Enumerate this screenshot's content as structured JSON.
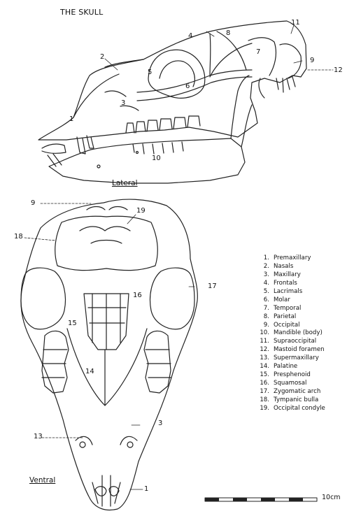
{
  "title": "THE SKULL",
  "views": {
    "lateral": "Lateral",
    "ventral": "Ventral"
  },
  "legend": [
    {
      "n": "1.",
      "label": "Premaxillary"
    },
    {
      "n": "2.",
      "label": "Nasals"
    },
    {
      "n": "3.",
      "label": "Maxillary"
    },
    {
      "n": "4.",
      "label": "Frontals"
    },
    {
      "n": "5.",
      "label": "Lacrimals"
    },
    {
      "n": "6.",
      "label": "Molar"
    },
    {
      "n": "7.",
      "label": "Temporal"
    },
    {
      "n": "8.",
      "label": "Parietal"
    },
    {
      "n": "9.",
      "label": "Occipital"
    },
    {
      "n": "10.",
      "label": "Mandible (body)"
    },
    {
      "n": "11.",
      "label": "Supraoccipital"
    },
    {
      "n": "12.",
      "label": "Mastoid foramen"
    },
    {
      "n": "13.",
      "label": "Supermaxillary"
    },
    {
      "n": "14.",
      "label": "Palatine"
    },
    {
      "n": "15.",
      "label": "Presphenoid"
    },
    {
      "n": "16.",
      "label": "Squamosal"
    },
    {
      "n": "17.",
      "label": "Zygomatic arch"
    },
    {
      "n": "18.",
      "label": "Tympanic bulla"
    },
    {
      "n": "19.",
      "label": "Occipital condyle"
    }
  ],
  "lateral_numbers": [
    "1",
    "2",
    "3",
    "4",
    "5",
    "6",
    "7",
    "8",
    "9",
    "10",
    "11",
    "12"
  ],
  "ventral_numbers": [
    "9",
    "19",
    "18",
    "17",
    "16",
    "15",
    "14",
    "3",
    "13",
    "1"
  ],
  "scale": "10cm"
}
